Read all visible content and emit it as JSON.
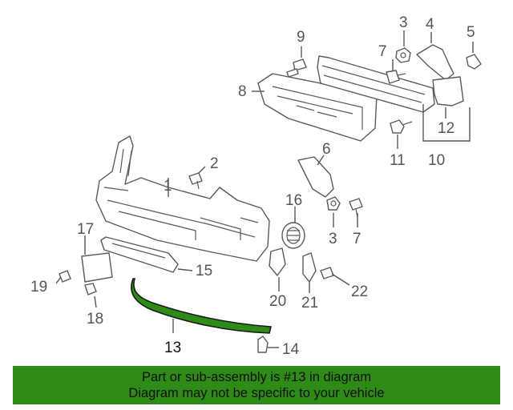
{
  "callouts": {
    "c1": "1",
    "c2": "2",
    "c3a": "3",
    "c3b": "3",
    "c4": "4",
    "c5": "5",
    "c6": "6",
    "c7a": "7",
    "c7b": "7",
    "c8": "8",
    "c9": "9",
    "c10": "10",
    "c11": "11",
    "c12": "12",
    "c13": "13",
    "c14": "14",
    "c15": "15",
    "c16": "16",
    "c17": "17",
    "c18": "18",
    "c19": "19",
    "c20": "20",
    "c21": "21",
    "c22": "22"
  },
  "highlight": {
    "part": "13",
    "color": "#2e8b18"
  },
  "banner": {
    "line1": "Part or sub-assembly is #13 in diagram",
    "line2": "Diagram may not be specific to your vehicle",
    "color": "#2e8b18"
  }
}
